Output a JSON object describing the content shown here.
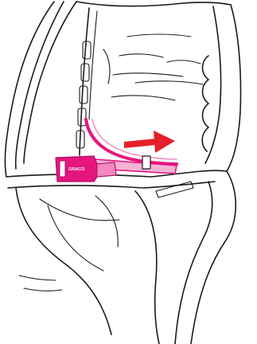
{
  "illustration": {
    "subject": "seat-shell-harness-strap-diagram",
    "colors": {
      "line_art": "#1a1a1a",
      "strap": "#e5157e",
      "strap_light": "#f28ac0",
      "arrow": "#e5202a",
      "background": "#ffffff"
    },
    "buckle": {
      "brand_text": "GRACO"
    },
    "arrow": {
      "direction": "right"
    }
  }
}
